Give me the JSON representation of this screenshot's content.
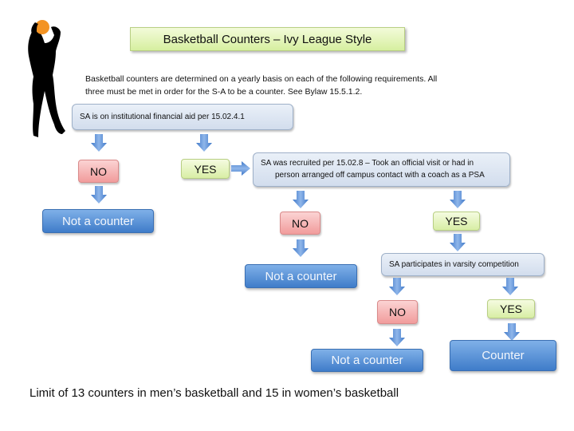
{
  "title": "Basketball Counters – Ivy League Style",
  "intro": {
    "line1": "Basketball counters are determined on a yearly basis on each of the following requirements.  All",
    "line2": "three must be met in order for the S-A to be a counter.  See Bylaw 15.5.1.2."
  },
  "steps": [
    {
      "question": "SA is on institutional financial aid per 15.02.4.1",
      "no_label": "NO",
      "yes_label": "YES",
      "no_result": "Not a counter"
    },
    {
      "question_line1": "SA was recruited per 15.02.8 – Took an official visit or had in",
      "question_line2": "person arranged off campus contact with a coach as a PSA",
      "no_label": "NO",
      "yes_label": "YES",
      "no_result": "Not a counter"
    },
    {
      "question": "SA participates in varsity competition",
      "no_label": "NO",
      "yes_label": "YES",
      "no_result": "Not a counter",
      "yes_result": "Counter"
    }
  ],
  "footer": "Limit of 13 counters in men’s basketball and 15 in women’s basketball",
  "colors": {
    "question_fill": "#dbe4f0",
    "no_fill": "#f5b5b5",
    "yes_fill": "#e5f4bd",
    "result_fill": "#5590d8",
    "title_fill": "#e4f5b8",
    "arrow": "#5b8fd6",
    "ball": "#f39323"
  }
}
